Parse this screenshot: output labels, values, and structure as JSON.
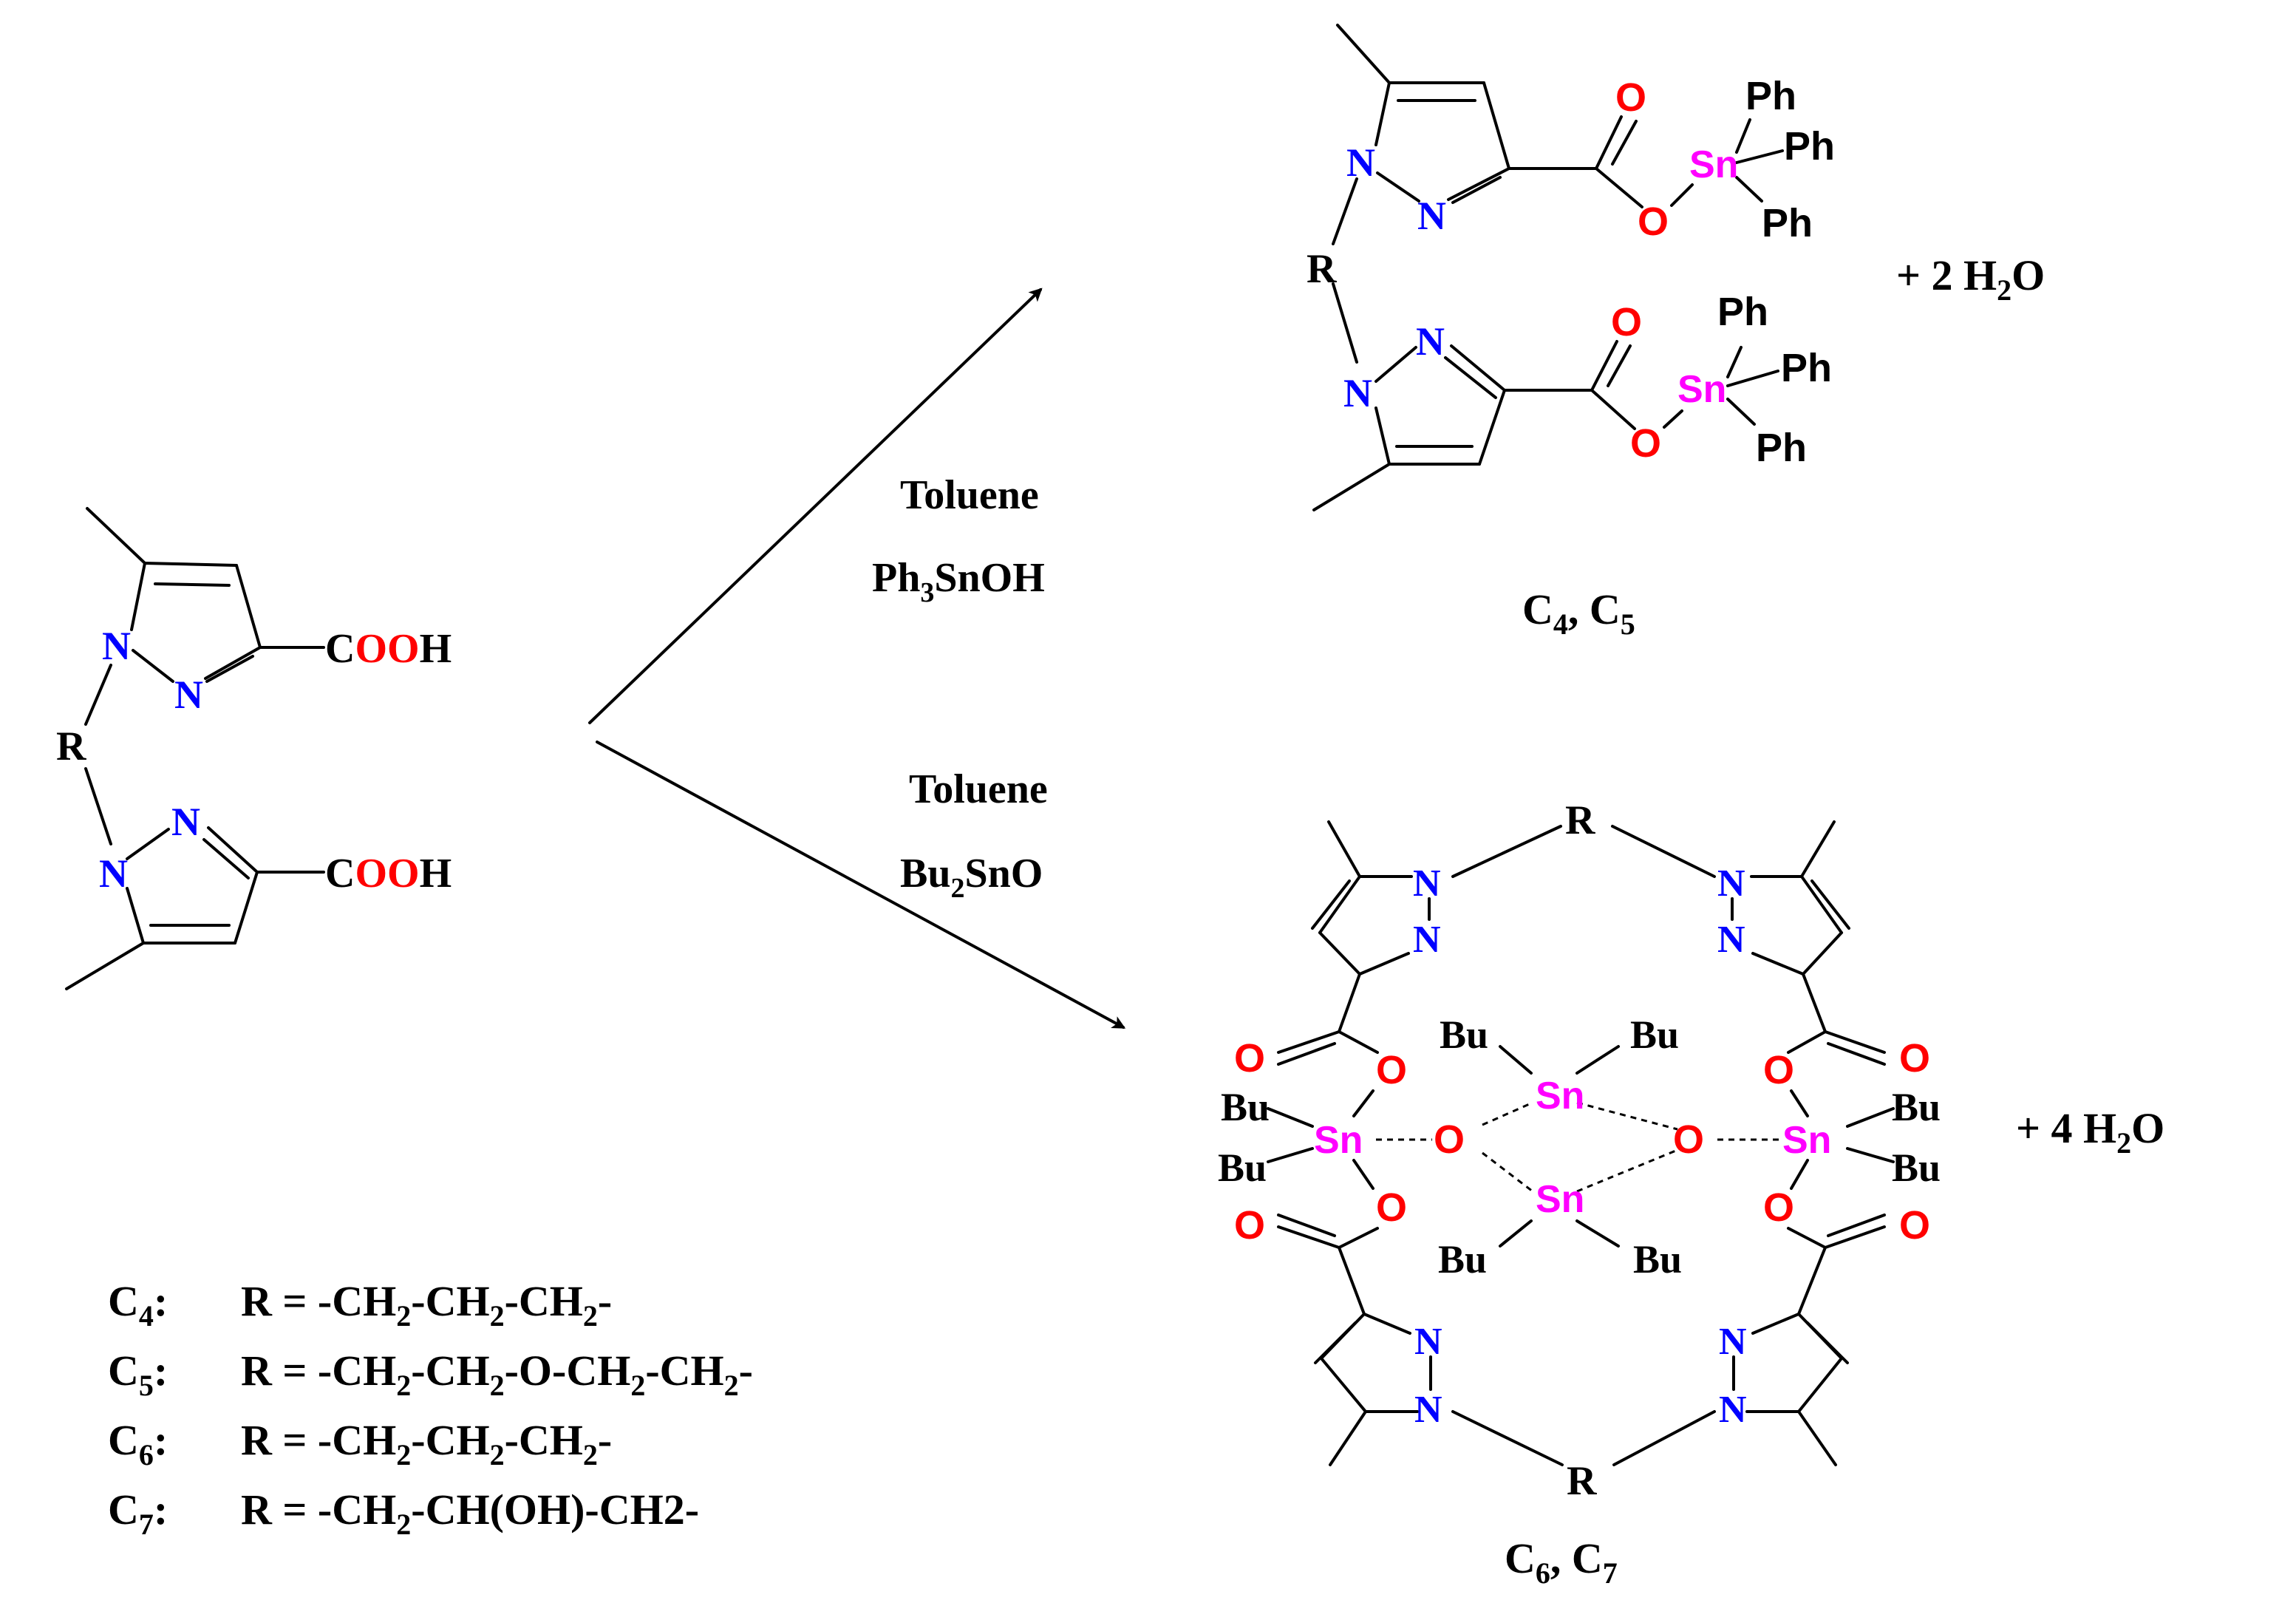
{
  "reagents": {
    "top": {
      "solvent": "Toluene",
      "reagent_parts": [
        "Ph",
        "3",
        "SnOH"
      ]
    },
    "bottom": {
      "solvent": "Toluene",
      "reagent_parts": [
        "Bu",
        "2",
        "SnO"
      ]
    }
  },
  "products": {
    "top": {
      "byproduct_parts": [
        "+  2 H",
        "2",
        "O"
      ],
      "label_parts": [
        "C",
        "4",
        ", C",
        "5"
      ]
    },
    "bottom": {
      "byproduct_parts": [
        "+  4 H",
        "2",
        "O"
      ],
      "label_parts": [
        "C",
        "6",
        ", C",
        "7"
      ]
    }
  },
  "atoms": {
    "N": "N",
    "O": "O",
    "Sn": "Sn",
    "R": "R",
    "Ph": "Ph",
    "Bu": "Bu",
    "C": "C",
    "H": "H"
  },
  "legend": [
    {
      "code": "C",
      "sub": "4",
      "colon": ":",
      "formula": [
        [
          "R = -CH",
          "2",
          "-CH",
          "2",
          "-CH",
          "2",
          "-"
        ]
      ]
    },
    {
      "code": "C",
      "sub": "5",
      "colon": ":",
      "formula": [
        [
          "R = -CH",
          "2",
          "-CH",
          "2",
          "-O-CH",
          "2",
          "-CH",
          "2",
          "-"
        ]
      ]
    },
    {
      "code": "C",
      "sub": "6",
      "colon": ":",
      "formula": [
        [
          "R = -CH",
          "2",
          "-CH",
          "2",
          "-CH",
          "2",
          "-"
        ]
      ]
    },
    {
      "code": "C",
      "sub": "7",
      "colon": ":",
      "formula": [
        [
          "R = -CH",
          "2",
          "-CH(OH)-CH2-"
        ]
      ]
    }
  ],
  "colors": {
    "nitrogen": "#0000ff",
    "oxygen": "#ff0000",
    "tin": "#ff00ff",
    "carbon": "#000000"
  }
}
